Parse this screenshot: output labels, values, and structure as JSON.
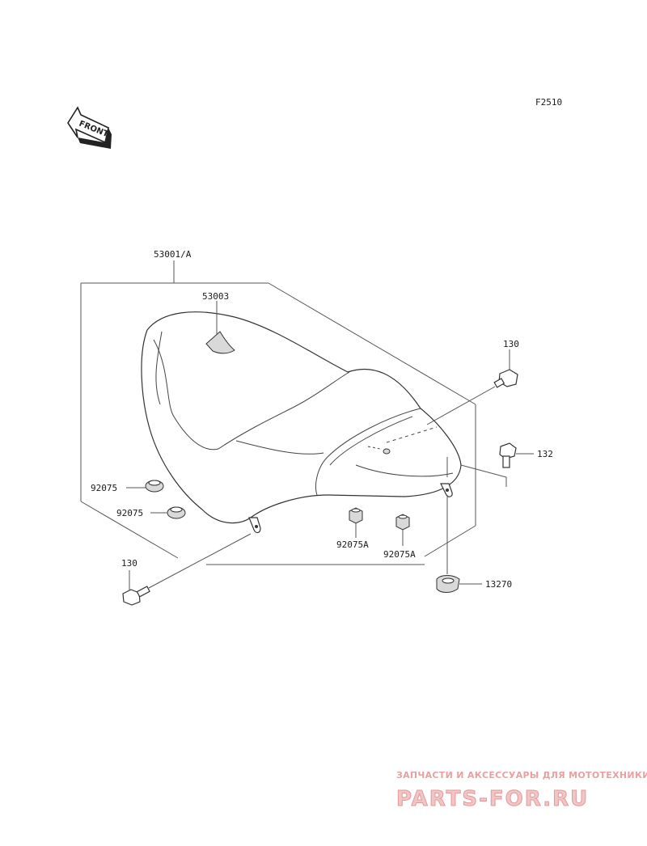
{
  "figure_code": "F2510",
  "front_marker": "FRONT",
  "part_labels": {
    "seat_assembly": "53001/A",
    "seat_pad": "53003",
    "bolt_rear": "130",
    "bolt_front": "130",
    "bolt_side": "132",
    "damper_a": "92075",
    "damper_b": "92075",
    "damper_c": "92075A",
    "damper_d": "92075A",
    "clip": "13270"
  },
  "watermark": {
    "tagline": "ЗАПЧАСТИ И АКСЕССУАРЫ ДЛЯ МОТОТЕХНИКИ",
    "logo": "PARTS-FOR.RU"
  }
}
